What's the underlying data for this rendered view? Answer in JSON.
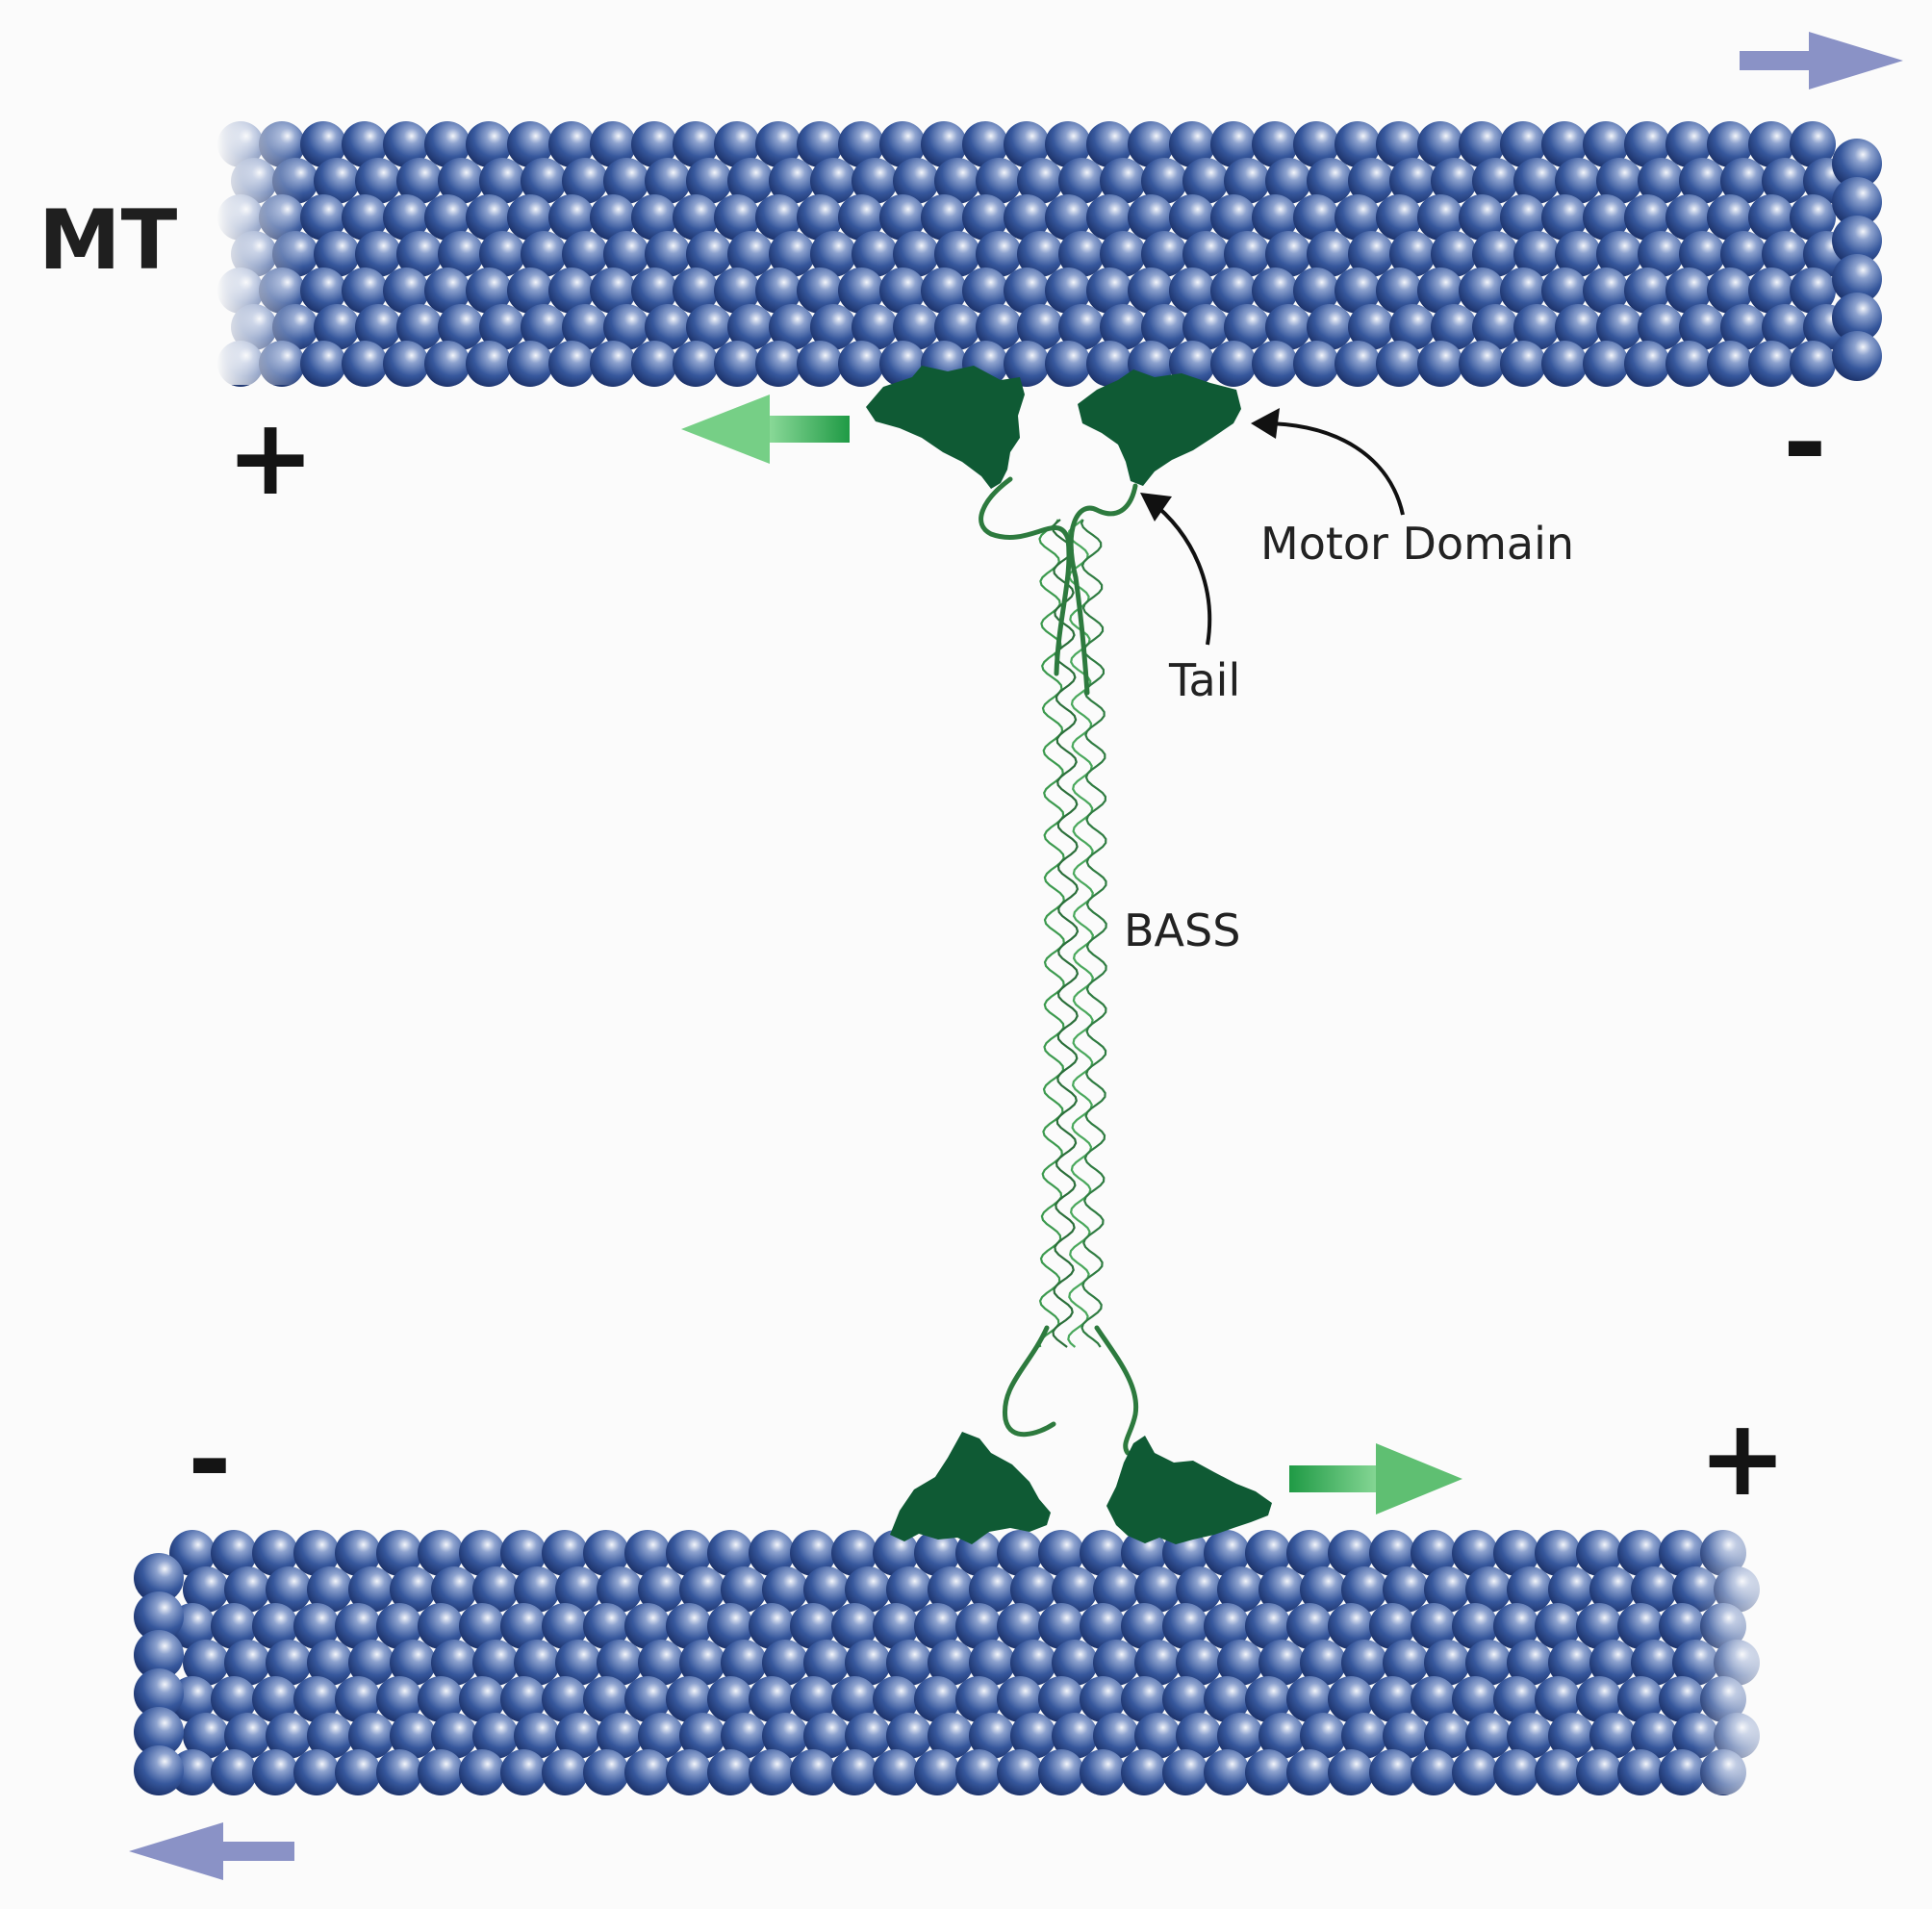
{
  "labels": {
    "mt": "MT",
    "motor_domain": "Motor Domain",
    "tail": "Tail",
    "bass": "BASS"
  },
  "polarity": {
    "top_left": "+",
    "top_right": "-",
    "bottom_left": "-",
    "bottom_right": "+"
  },
  "colors": {
    "microtubule_blue": "#2f4f93",
    "motor_green": "#0f5a34",
    "kinesin_arrow_green": "#29a24f",
    "mt_arrow_lavender": "#8a92c6",
    "pointer_black": "#111111"
  }
}
